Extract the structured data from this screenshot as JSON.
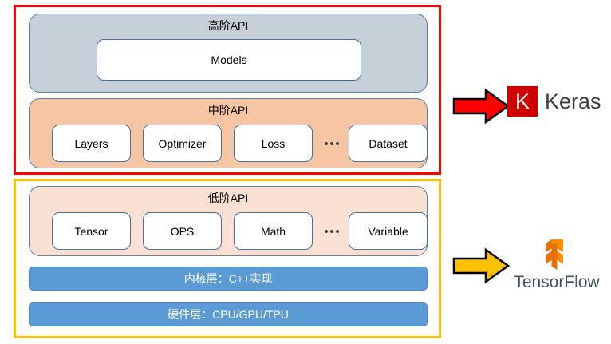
{
  "diagram": {
    "type": "layered-architecture",
    "groups": [
      {
        "id": "keras-group",
        "frame_color": "#ff0000",
        "maps_to": "Keras",
        "layers": [
          {
            "id": "high-api",
            "title": "高阶API",
            "fill": "#c6ced8",
            "cells": [
              "Models"
            ]
          },
          {
            "id": "mid-api",
            "title": "中阶API",
            "fill": "#f6c6a4",
            "cells": [
              "Layers",
              "Optimizer",
              "Loss",
              "Dataset"
            ],
            "ellipsis": "•••"
          }
        ]
      },
      {
        "id": "tensorflow-group",
        "frame_color": "#ffc000",
        "maps_to": "TensorFlow",
        "layers": [
          {
            "id": "low-api",
            "title": "低阶API",
            "fill": "#fae0d2",
            "cells": [
              "Tensor",
              "OPS",
              "Math",
              "Variable"
            ],
            "ellipsis": "•••"
          }
        ],
        "bars": [
          {
            "id": "kernel-layer",
            "label": "内核层：C++实现",
            "fill": "#5b9bd5"
          },
          {
            "id": "hardware-layer",
            "label": "硬件层：CPU/GPU/TPU",
            "fill": "#5b9bd5"
          }
        ]
      }
    ],
    "arrows": [
      {
        "id": "arrow-to-keras",
        "color": "#ff0000",
        "direction": "right"
      },
      {
        "id": "arrow-to-tensorflow",
        "color": "#ffc000",
        "direction": "right"
      }
    ],
    "brands": [
      {
        "id": "keras",
        "mark_letter": "K",
        "mark_color": "#d00000",
        "word": "Keras",
        "word_color": "#3d3d3d"
      },
      {
        "id": "tensorflow",
        "word": "TensorFlow",
        "word_color": "#425066",
        "mark_color": "#ff6f00"
      }
    ]
  }
}
